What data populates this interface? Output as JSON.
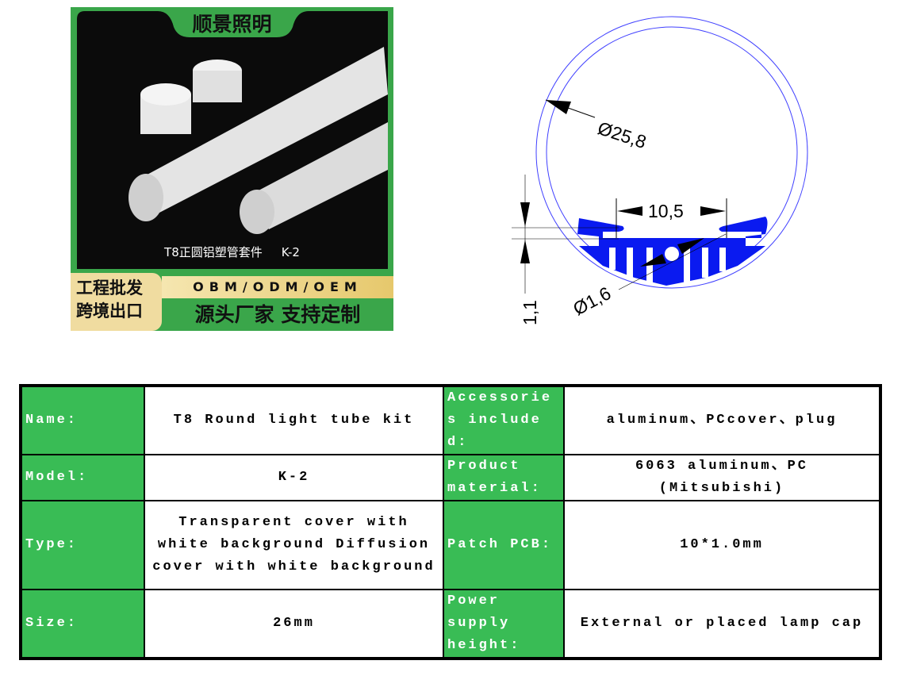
{
  "photo": {
    "brand": "顺景照明",
    "caption_name": "T8正圆铝塑管套件",
    "caption_model": "K-2",
    "badge_line1": "工程批发",
    "badge_line2": "跨境出口",
    "oem": "OBM/ODM/OEM",
    "slogan": "源头厂家 支持定制"
  },
  "diagram": {
    "outer_diameter": "Ø25,8",
    "width": "10,5",
    "hole": "Ø1,6",
    "thickness": "1,1",
    "profile_color": "#0a1af0"
  },
  "table": {
    "rows": [
      {
        "l1": "Name:",
        "v1": "T8 Round light tube kit",
        "l2": "Accessories included:",
        "v2": "aluminum、PCcover、plug"
      },
      {
        "l1": "Model:",
        "v1": "K-2",
        "l2": "Product material:",
        "v2": "6063 aluminum、PC (Mitsubishi)"
      },
      {
        "l1": "Type:",
        "v1": "Transparent cover with white background Diffusion cover with white background",
        "l2": "Patch PCB:",
        "v2": "10*1.0mm"
      },
      {
        "l1": "Size:",
        "v1": "26mm",
        "l2": "Power supply height:",
        "v2": "External or placed lamp cap"
      }
    ]
  }
}
